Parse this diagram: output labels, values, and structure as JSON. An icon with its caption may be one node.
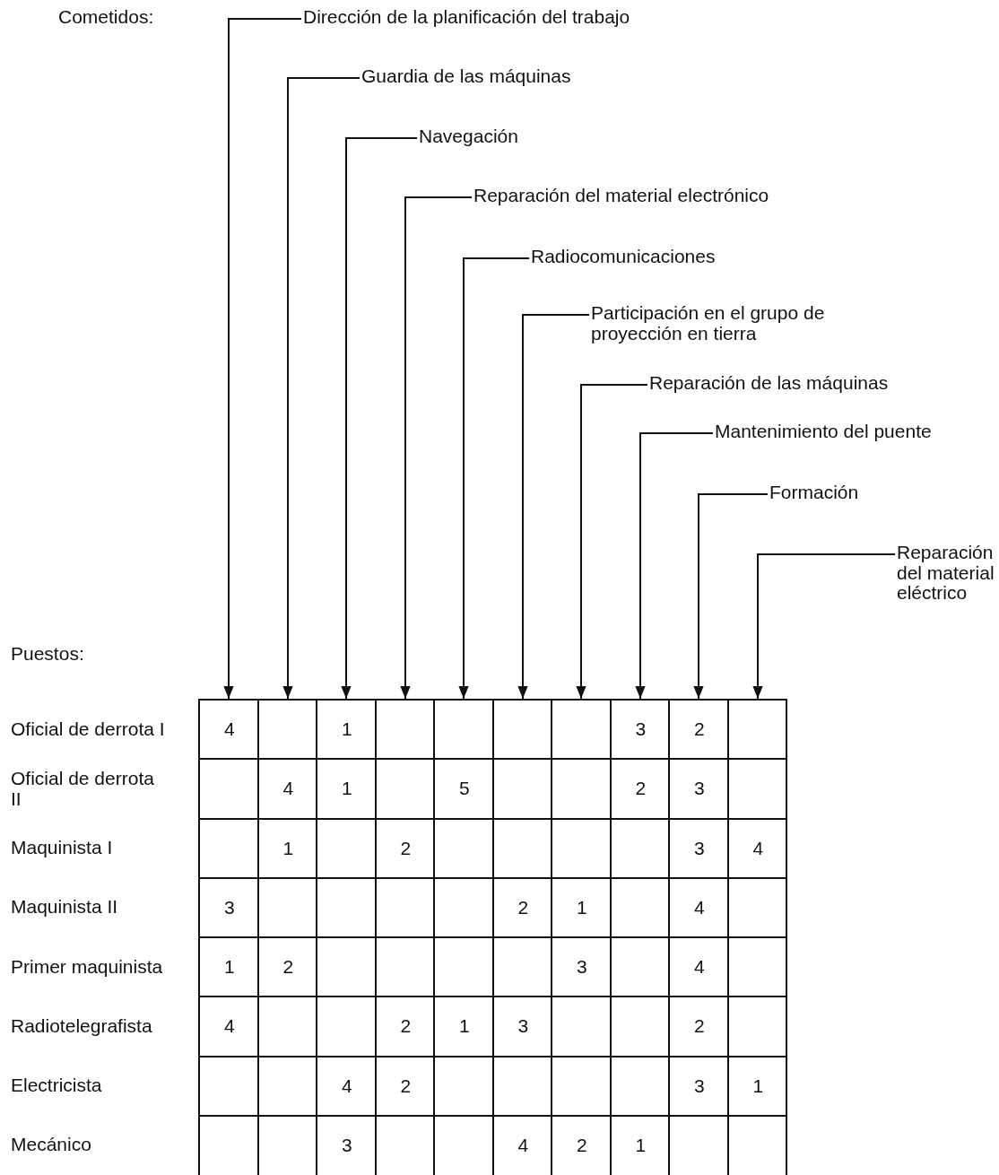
{
  "diagram": {
    "nodes": [
      {
        "text": [
          "Dirección de la planificación del trabajo"
        ]
      },
      {
        "text": [
          "Guardia de las máquinas"
        ]
      },
      {
        "text": [
          "Navegación"
        ]
      },
      {
        "text": [
          "Reparación del material electrónico"
        ]
      },
      {
        "text": [
          "Radiocomunicaciones"
        ]
      },
      {
        "text": [
          "Participación en el grupo de proyección en tierra"
        ]
      },
      {
        "text": [
          "Reparación de las máquinas"
        ]
      },
      {
        "text": [
          "Mantenimiento del puente"
        ]
      },
      {
        "text": [
          "Formación"
        ]
      },
      {
        "text": [
          "Reparación del material eléctrico"
        ]
      },
      {
        "text": [],
        "shape": "box"
      },
      {
        "text": [],
        "shape": "box"
      },
      {
        "text": [],
        "shape": "box"
      },
      {
        "text": [],
        "shape": "box"
      },
      {
        "text": [],
        "shape": "box"
      },
      {
        "text": [],
        "shape": "box"
      },
      {
        "text": [],
        "shape": "box"
      },
      {
        "text": [],
        "shape": "box"
      },
      {
        "text": [],
        "shape": "box"
      },
      {
        "text": [],
        "shape": "box"
      }
    ],
    "edges": [
      {
        "from": 0,
        "to": 10,
        "arrow": "to"
      },
      {
        "from": 1,
        "to": 11,
        "arrow": "to"
      },
      {
        "from": 2,
        "to": 12,
        "arrow": "to"
      },
      {
        "from": 3,
        "to": 13,
        "arrow": "to"
      },
      {
        "from": 4,
        "to": 14,
        "arrow": "to"
      },
      {
        "from": 5,
        "to": 15,
        "arrow": "to"
      },
      {
        "from": 6,
        "to": 16,
        "arrow": "to"
      },
      {
        "from": 7,
        "to": 17,
        "arrow": "to"
      },
      {
        "from": 8,
        "to": 18,
        "arrow": "to"
      },
      {
        "from": 9,
        "to": 19,
        "arrow": "to"
      }
    ],
    "labels": [
      "Cometidos:",
      "Puestos:",
      "Oficial de derrota I",
      "4",
      "1",
      "3",
      "2",
      "Oficial de derrota II",
      "4",
      "1",
      "5",
      "2",
      "3",
      "Maquinista I",
      "1",
      "2",
      "3",
      "4",
      "Maquinista II",
      "3",
      "2",
      "1",
      "4",
      "Primer maquinista",
      "1",
      "2",
      "3",
      "4",
      "Radiotelegrafista",
      "4",
      "2",
      "1",
      "3",
      "2",
      "Electricista",
      "4",
      "2",
      "3",
      "1",
      "Mecánico",
      "3",
      "4",
      "2",
      "1"
    ]
  }
}
